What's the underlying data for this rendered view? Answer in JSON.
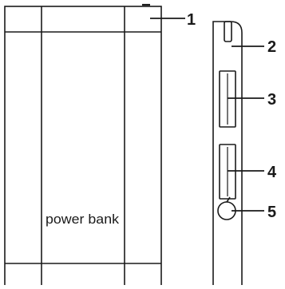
{
  "device": {
    "label": "power bank"
  },
  "callouts": [
    {
      "number": "1",
      "part": "button"
    },
    {
      "number": "2",
      "part": "micro-usb-port"
    },
    {
      "number": "3",
      "part": "usb-port"
    },
    {
      "number": "4",
      "part": "usb-port"
    },
    {
      "number": "5",
      "part": "led-indicator"
    }
  ],
  "colors": {
    "stroke": "#1a1a1a",
    "background": "#ffffff"
  }
}
